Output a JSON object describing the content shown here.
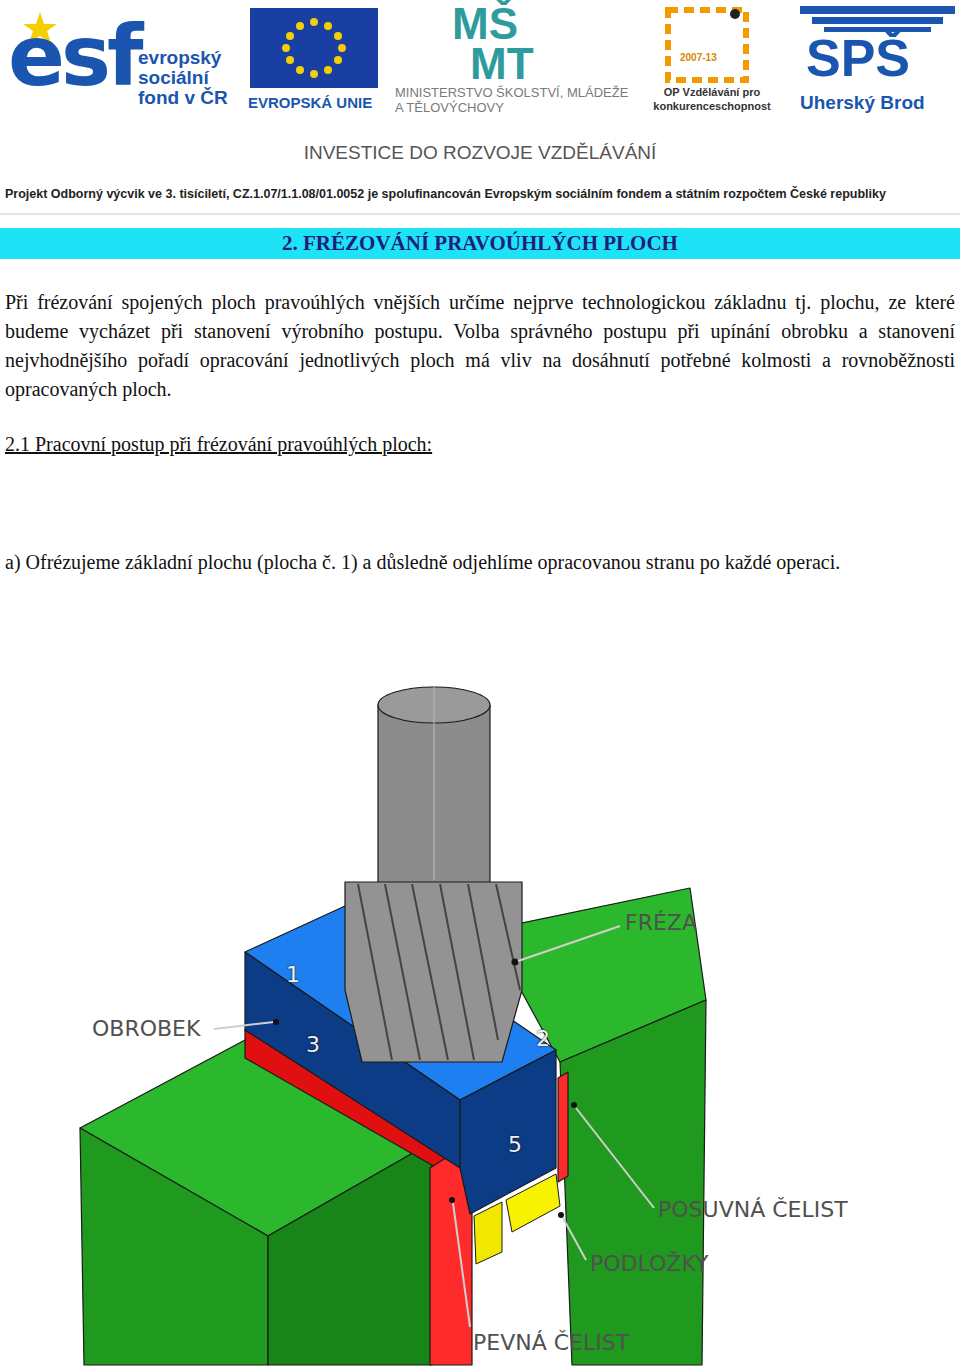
{
  "diagram": {
    "title": "2. FRÉZOVÁNÍ PRAVOÚHLÝCH PLOCH",
    "labels": [
      "esf",
      "evropský sociální fond v ČR",
      "EVROPSKÁ UNIE",
      "MŠ",
      "MT",
      "MINISTERSTVO ŠKOLSTVÍ, MLÁDEŽE A TĚLOVÝCHOVY",
      "2007-13",
      "OP Vzdělávání pro konkurenceschopnost",
      "SPŠ",
      "Uherský Brod",
      "INVESTICE DO ROZVOJE VZDĚLÁVÁNÍ",
      "Projekt Odborný výcvik ve 3. tisíciletí, CZ.1.07/1.1.08/01.0052 je spolufinancován Evropským sociálním fondem a státním rozpočtem České republiky",
      "Při frézování spojených ploch pravoúhlých vnějších určíme nejprve technologickou základnu tj. plochu, ze které budeme vycházet při stanovení výrobního postupu. Volba správného postupu při upínání obrobku a stanovení nejvhodnějšího pořadí opracování jednotlivých ploch má vliv na dosáhnutí potřebné kolmosti a rovnoběžnosti opracovaných ploch.",
      "2.1 Pracovní postup při frézování pravoúhlých ploch:",
      "a) Ofrézujeme základní plochu (plocha č. 1) a důsledně odjehlíme opracovanou stranu po každé operaci.",
      "FRÉZA",
      "OBROBEK",
      "1",
      "3",
      "2",
      "5",
      "POSUVNÁ ČELIST",
      "PODLOŽKY",
      "PEVNÁ ČELIST"
    ]
  }
}
